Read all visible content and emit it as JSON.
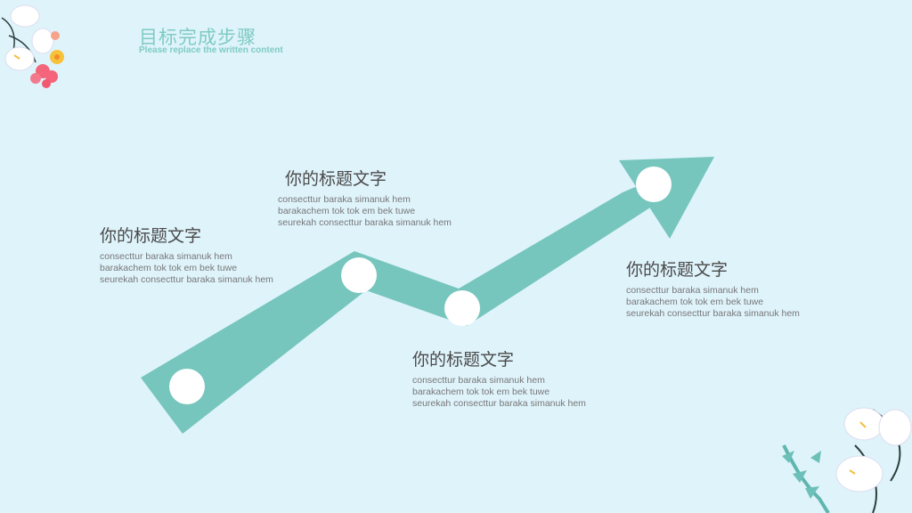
{
  "header": {
    "title": "目标完成步骤",
    "subtitle": "Please replace the written content"
  },
  "steps": [
    {
      "heading": "你的标题文字",
      "lines": [
        "consecttur baraka simanuk hem",
        "barakachem tok tok em bek tuwe",
        "seurekah consecttur baraka simanuk hem"
      ]
    },
    {
      "heading": "你的标题文字",
      "lines": [
        "consecttur baraka simanuk hem",
        "barakachem tok tok em bek tuwe",
        "seurekah consecttur baraka simanuk hem"
      ]
    },
    {
      "heading": "你的标题文字",
      "lines": [
        "consecttur baraka simanuk hem",
        "barakachem tok tok em bek tuwe",
        "seurekah consecttur baraka simanuk hem"
      ]
    },
    {
      "heading": "你的标题文字",
      "lines": [
        "consecttur baraka simanuk hem",
        "barakachem tok tok em bek tuwe",
        "seurekah consecttur baraka simanuk hem"
      ]
    }
  ],
  "colors": {
    "background": "#dff3fb",
    "arrow": "#76c6bd",
    "node": "#ffffff",
    "accent_text": "#7fcbc3"
  },
  "icons": [
    "flower-decoration-top-left",
    "flower-decoration-bottom-right"
  ]
}
